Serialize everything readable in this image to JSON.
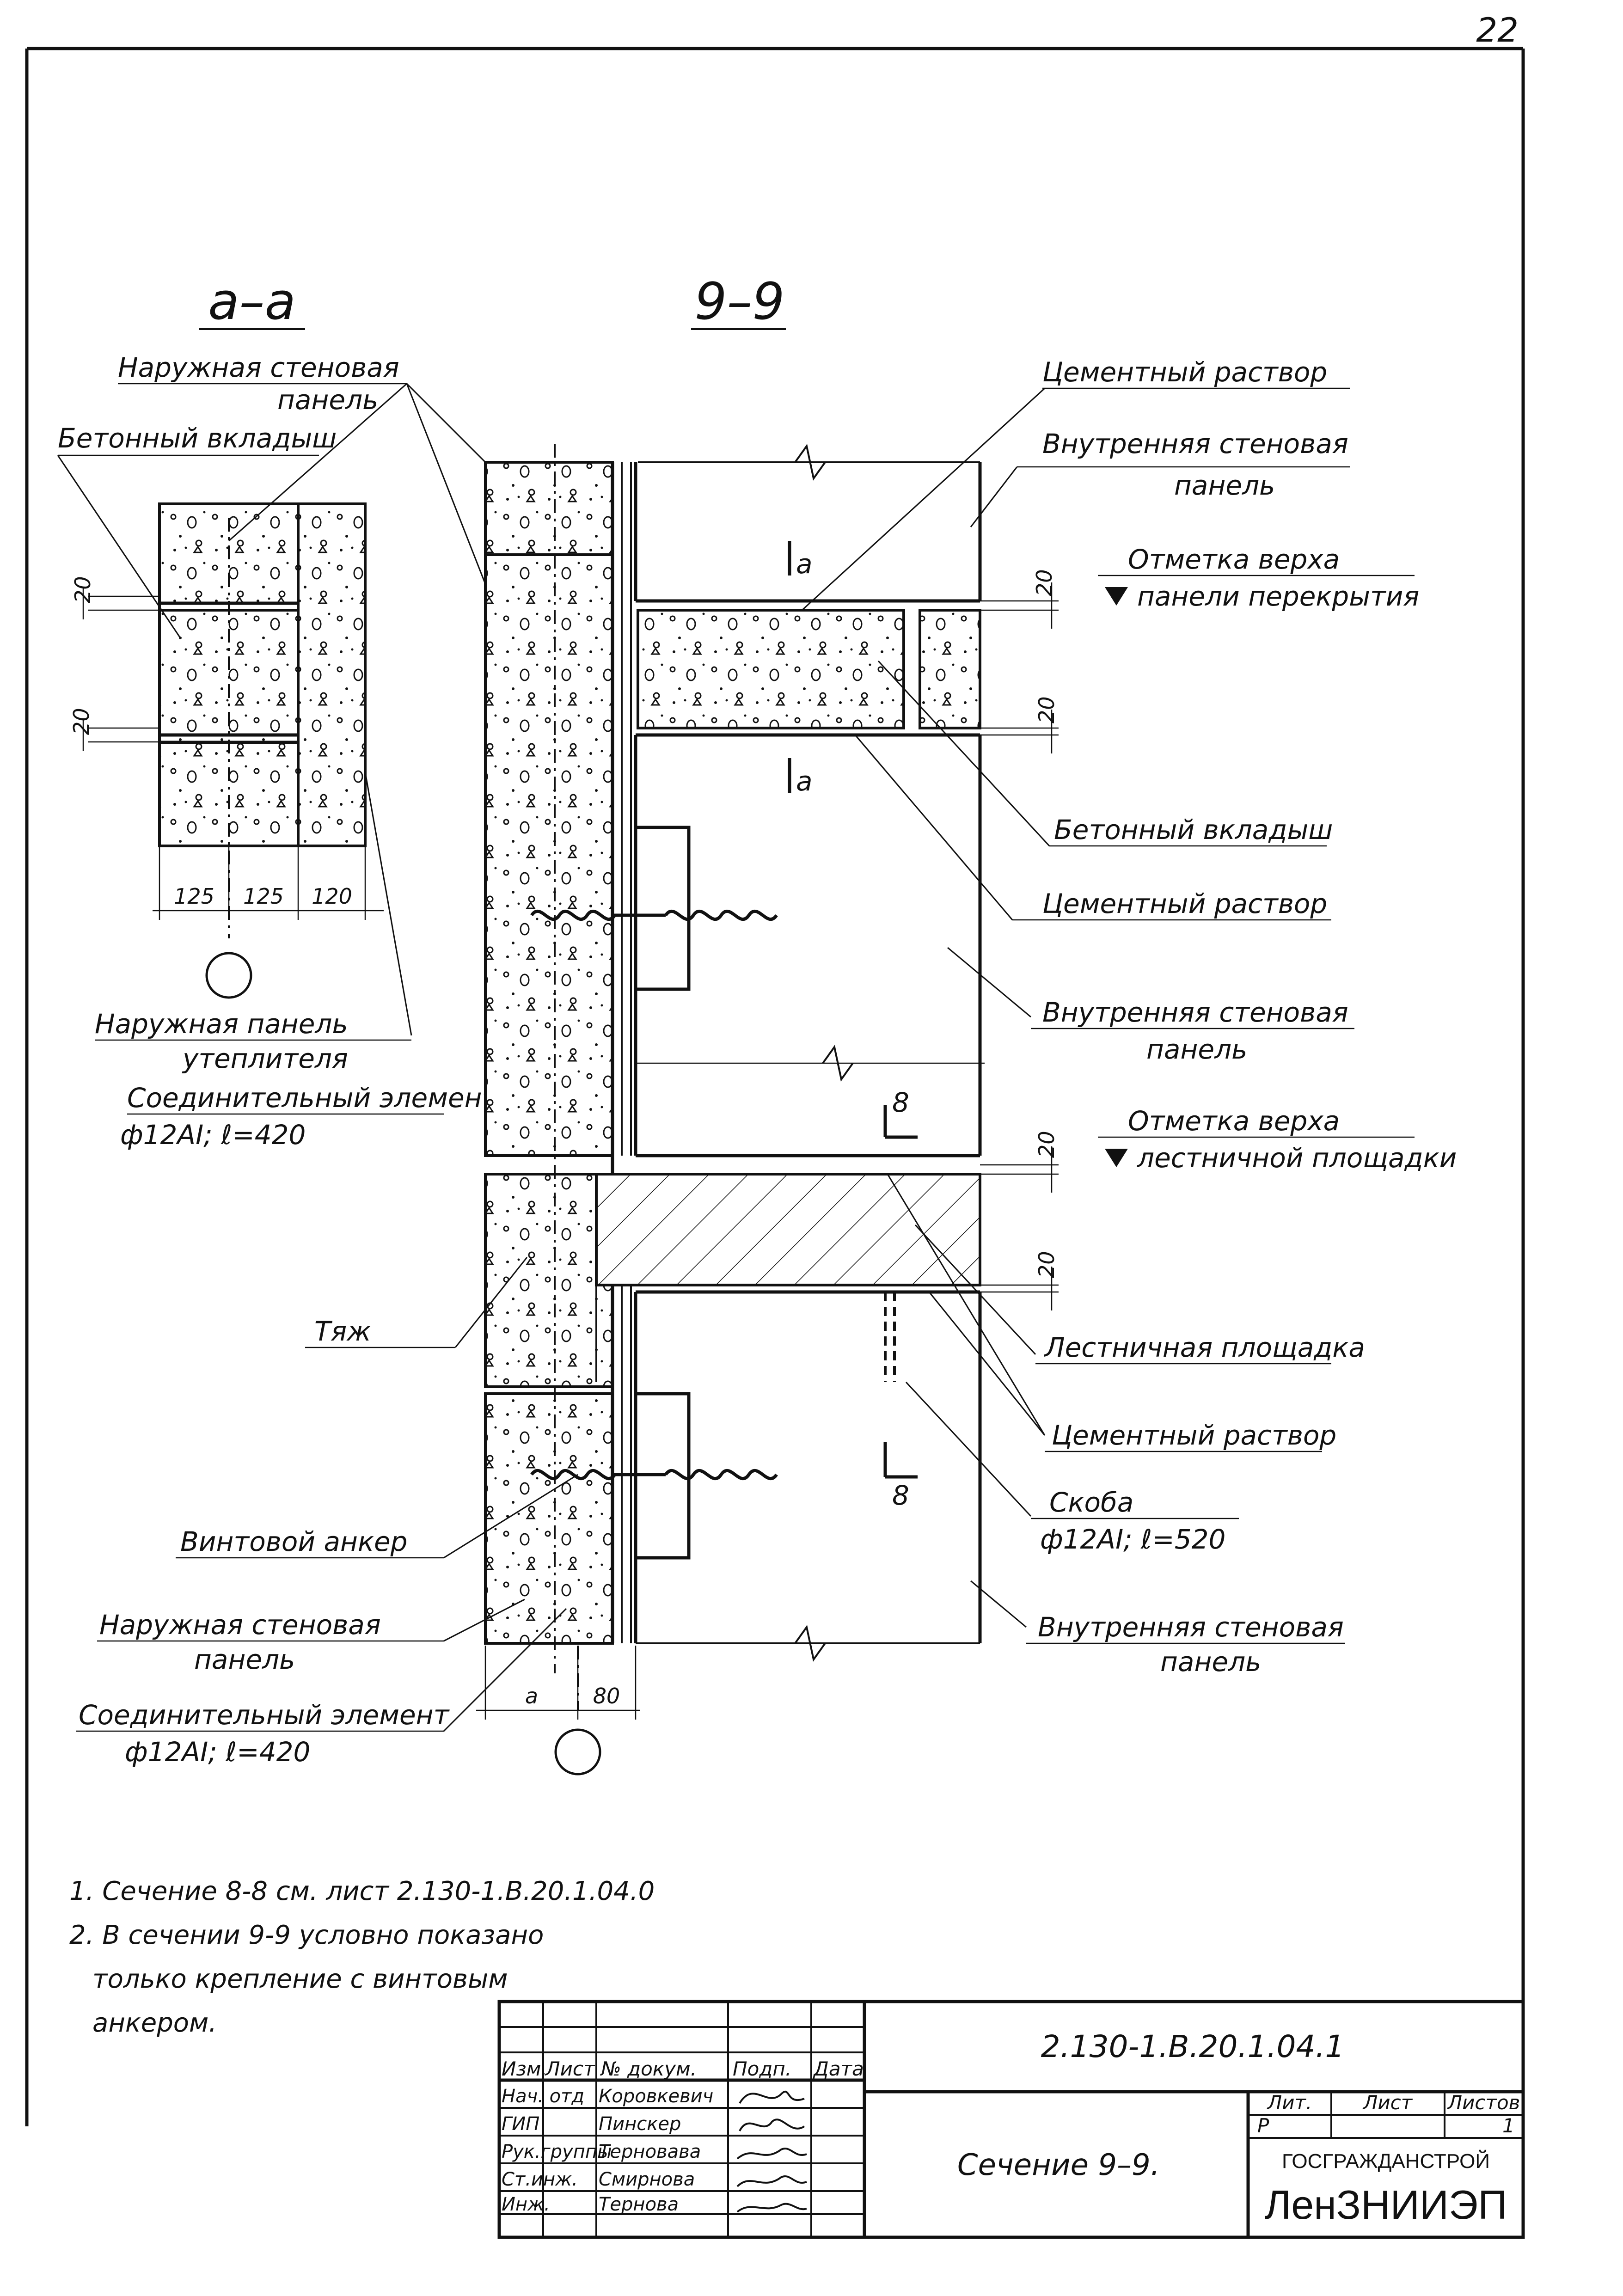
{
  "page_number": "22",
  "section_aa": {
    "title": "а–а",
    "dims": {
      "a": "20",
      "b": "20",
      "c": "125",
      "d": "125",
      "e": "120"
    },
    "labels": {
      "outer_panel_1": "Наружная стеновая",
      "outer_panel_2": "панель",
      "insert": "Бетонный вкладыш",
      "insul_1": "Наружная панель",
      "insul_2": "утеплителя",
      "connector_1": "Соединительный элемент",
      "connector_2": "ф12АI; ℓ=420"
    }
  },
  "section_99": {
    "title": "9–9",
    "cut_a_1": "а",
    "cut_a_2": "а",
    "cut_8_1": "8",
    "cut_8_2": "8",
    "dims": {
      "d1": "20",
      "d2": "20",
      "d3": "20",
      "d4": "20",
      "a": "a",
      "b": "80"
    },
    "labels": {
      "mortar_top": "Цементный раствор",
      "inner_panel_top_1": "Внутренняя стеновая",
      "inner_panel_top_2": "панель",
      "slab_mark_1": "Отметка верха",
      "slab_mark_2": "панели перекрытия",
      "insert": "Бетонный вкладыш",
      "mortar_mid": "Цементный раствор",
      "inner_panel_mid_1": "Внутренняя стеновая",
      "inner_panel_mid_2": "панель",
      "landing_mark_1": "Отметка верха",
      "landing_mark_2": "лестничной площадки",
      "landing": "Лестничная площадка",
      "mortar_low": "Цементный раствор",
      "bracket_1": "Скоба",
      "bracket_2": "ф12АI; ℓ=520",
      "inner_panel_bot_1": "Внутренняя стеновая",
      "inner_panel_bot_2": "панель",
      "tie": "Тяж",
      "screw_anchor": "Винтовой анкер",
      "outer_panel_1": "Наружная стеновая",
      "outer_panel_2": "панель",
      "connector_1": "Соединительный элемент",
      "connector_2": "ф12АI; ℓ=420"
    }
  },
  "notes": [
    "1. Сечение  8-8  см. лист  2.130-1.В.20.1.04.0",
    "2. В сечении  9-9  условно показано",
    "только крепление с  винтовым",
    "анкером."
  ],
  "title_block": {
    "doc_code": "2.130-1.В.20.1.04.1",
    "headers": [
      "Изм.",
      "Лист",
      "№ докум.",
      "Подп.",
      "Дата"
    ],
    "rows": [
      {
        "role": "Нач. отд",
        "name": "Коровкевич"
      },
      {
        "role": "ГИП",
        "name": "Пинскер"
      },
      {
        "role": "Рук.группы",
        "name": "Тернова­ва"
      },
      {
        "role": "Ст.инж.",
        "name": "Смирнова"
      },
      {
        "role": "Инж.",
        "name": "Тернова"
      }
    ],
    "sheet_title": "Сечение  9–9.",
    "lit_header": "Лит.",
    "sheet_header": "Лист",
    "sheets_header": "Листов",
    "lit_value": "Р",
    "sheets_value": "1",
    "org_line1": "ГОСГРАЖДАНСТРОЙ",
    "org_line2": "ЛенЗНИИЭП"
  }
}
